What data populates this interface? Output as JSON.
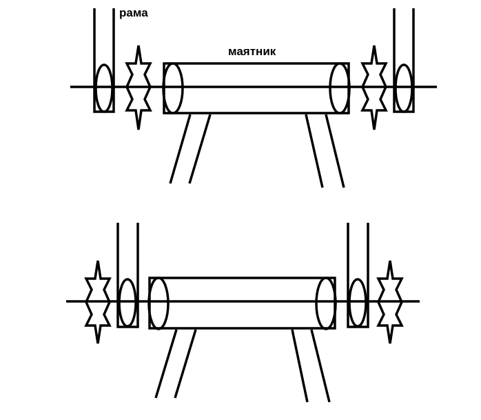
{
  "labels": {
    "frame": "рама",
    "pendulum": "маятник"
  },
  "colors": {
    "ink": "#000000",
    "background": "#ffffff"
  },
  "figures": [
    {
      "id": "top",
      "order": [
        "frame",
        "gear",
        "pendulum",
        "gear",
        "frame"
      ]
    },
    {
      "id": "bottom",
      "order": [
        "gear",
        "frame",
        "pendulum",
        "frame",
        "gear"
      ]
    }
  ]
}
